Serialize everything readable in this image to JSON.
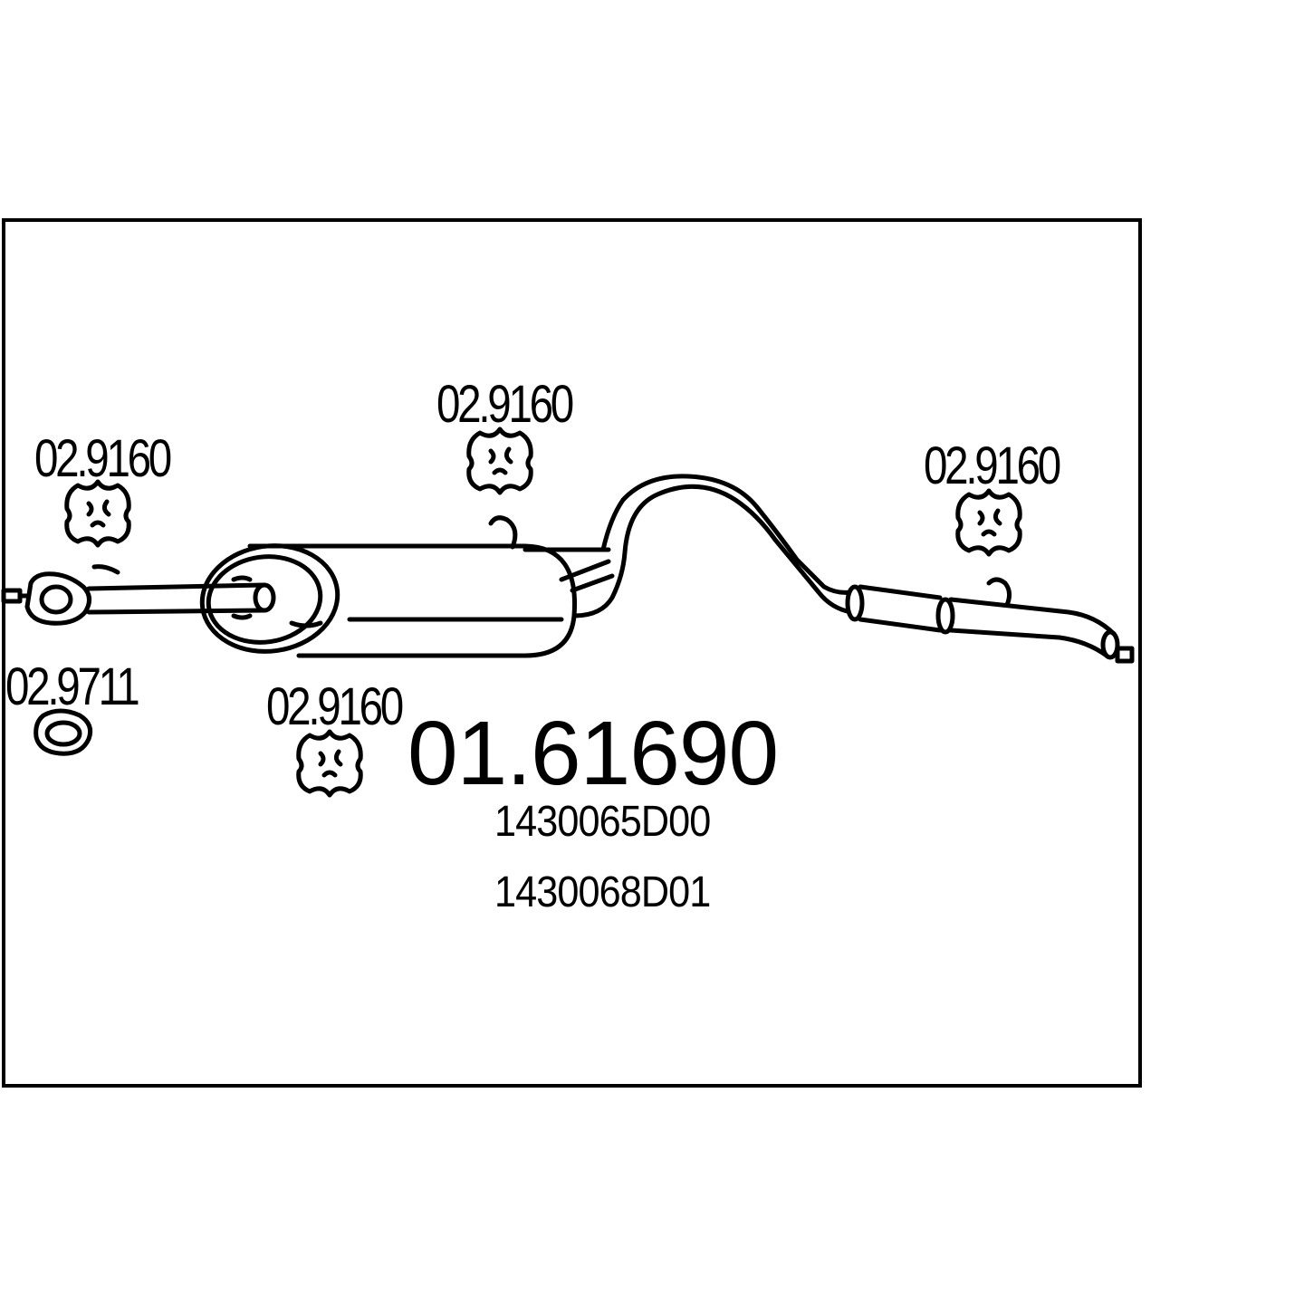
{
  "diagram": {
    "main_part_number": "01.61690",
    "oem_numbers": [
      "1430065D00",
      "1430068D01"
    ],
    "parts": {
      "hanger_top_left": "02.9160",
      "hanger_top_center": "02.9160",
      "hanger_top_right": "02.9160",
      "hanger_bottom_center": "02.9160",
      "gasket": "02.9711"
    }
  }
}
